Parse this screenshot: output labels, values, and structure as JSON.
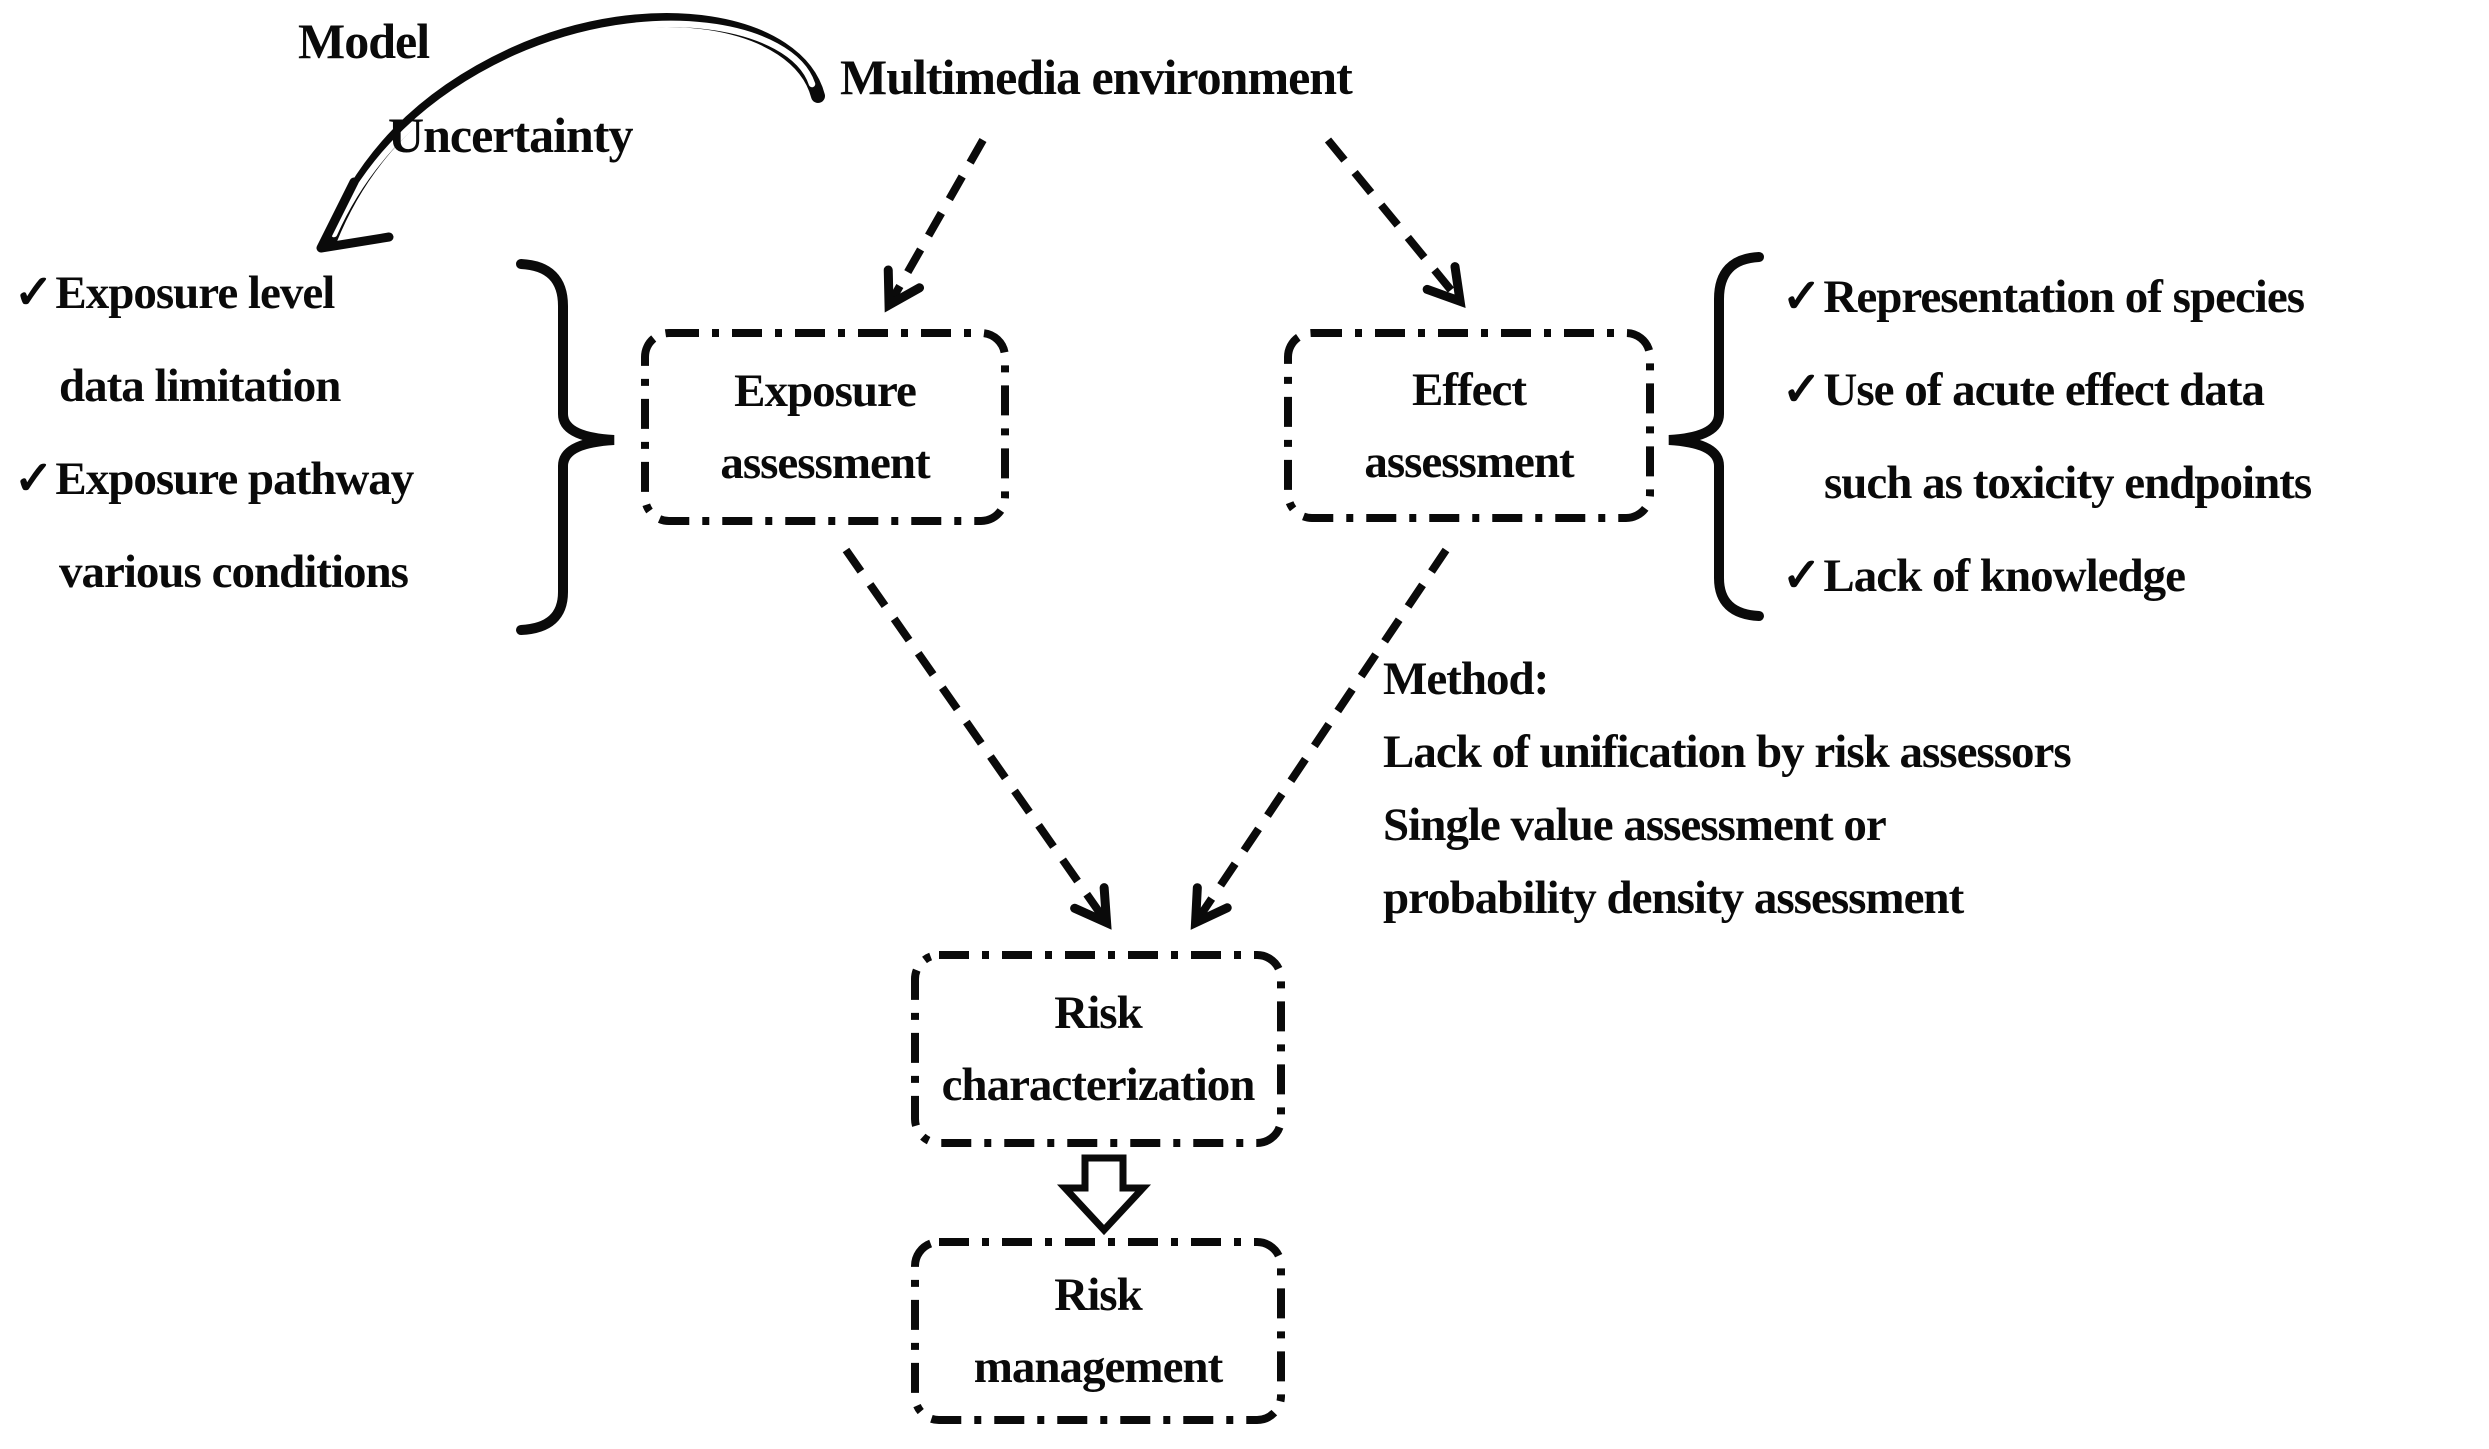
{
  "top": {
    "model_line1": "Model",
    "model_line2": "Uncertainty",
    "multimedia_label": "Multimedia environment"
  },
  "boxes": {
    "exposure": {
      "line1": "Exposure",
      "line2": "assessment"
    },
    "effect": {
      "line1": "Effect",
      "line2": "assessment"
    },
    "risk_characterization": {
      "line1": "Risk",
      "line2": "characterization"
    },
    "risk_management": {
      "line1": "Risk",
      "line2": "management"
    }
  },
  "left_list": {
    "items": [
      {
        "check": "✓",
        "text": "Exposure level"
      },
      {
        "check": "",
        "text": "data limitation"
      },
      {
        "check": "✓",
        "text": "Exposure pathway"
      },
      {
        "check": "",
        "text": "various conditions"
      }
    ]
  },
  "right_list": {
    "items": [
      {
        "check": "✓",
        "text": "Representation of species"
      },
      {
        "check": "✓",
        "text": "Use of acute effect data"
      },
      {
        "check": "",
        "text": "such as toxicity endpoints"
      },
      {
        "check": "✓",
        "text": "Lack of knowledge"
      }
    ]
  },
  "method_note": {
    "lines": [
      "Method:",
      "Lack of unification by risk assessors",
      "Single value assessment or",
      "probability density assessment"
    ]
  },
  "colors": {
    "ink": "#0a0a0a",
    "background": "#ffffff"
  }
}
